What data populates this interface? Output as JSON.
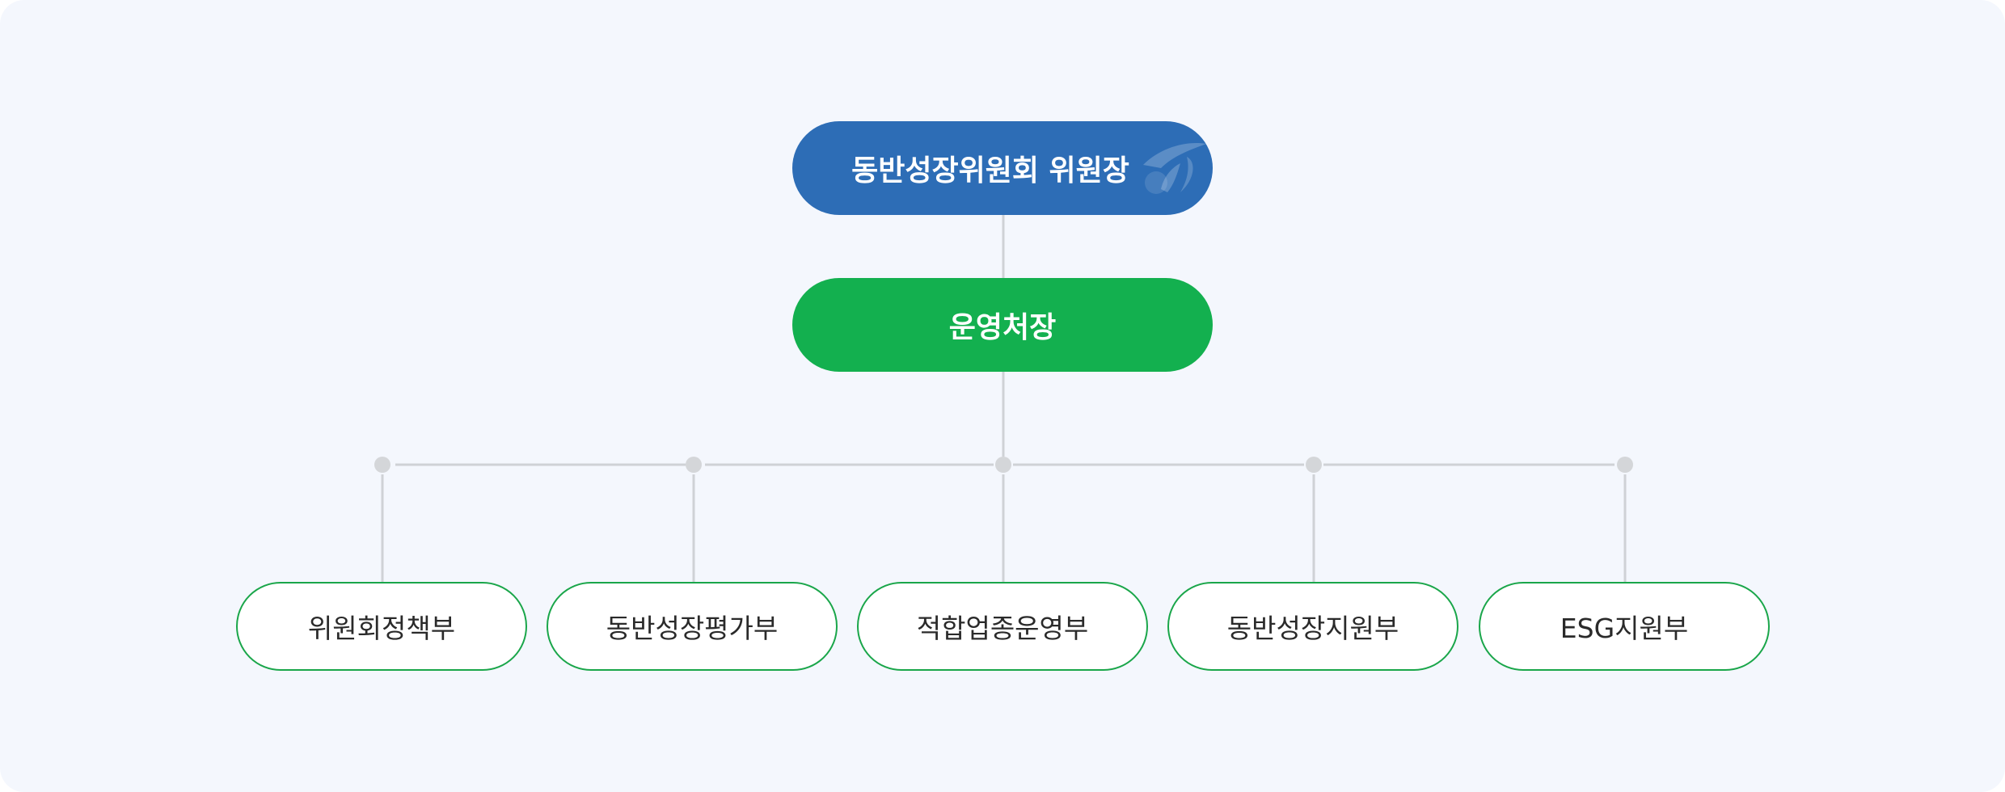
{
  "top": {
    "label": "동반성장위원회 위원장",
    "color": "#2d6db6"
  },
  "mid": {
    "label": "운영처장",
    "color": "#13b04f"
  },
  "departments": [
    {
      "label": "위원회정책부"
    },
    {
      "label": "동반성장평가부"
    },
    {
      "label": "적합업종운영부"
    },
    {
      "label": "동반성장지원부"
    },
    {
      "label": "ESG지원부"
    }
  ],
  "colors": {
    "background": "#f4f7fd",
    "connector": "#cfd2d6",
    "department_border": "#1aa64a"
  },
  "icons": {
    "top_emblem": "committee-emblem-icon"
  }
}
